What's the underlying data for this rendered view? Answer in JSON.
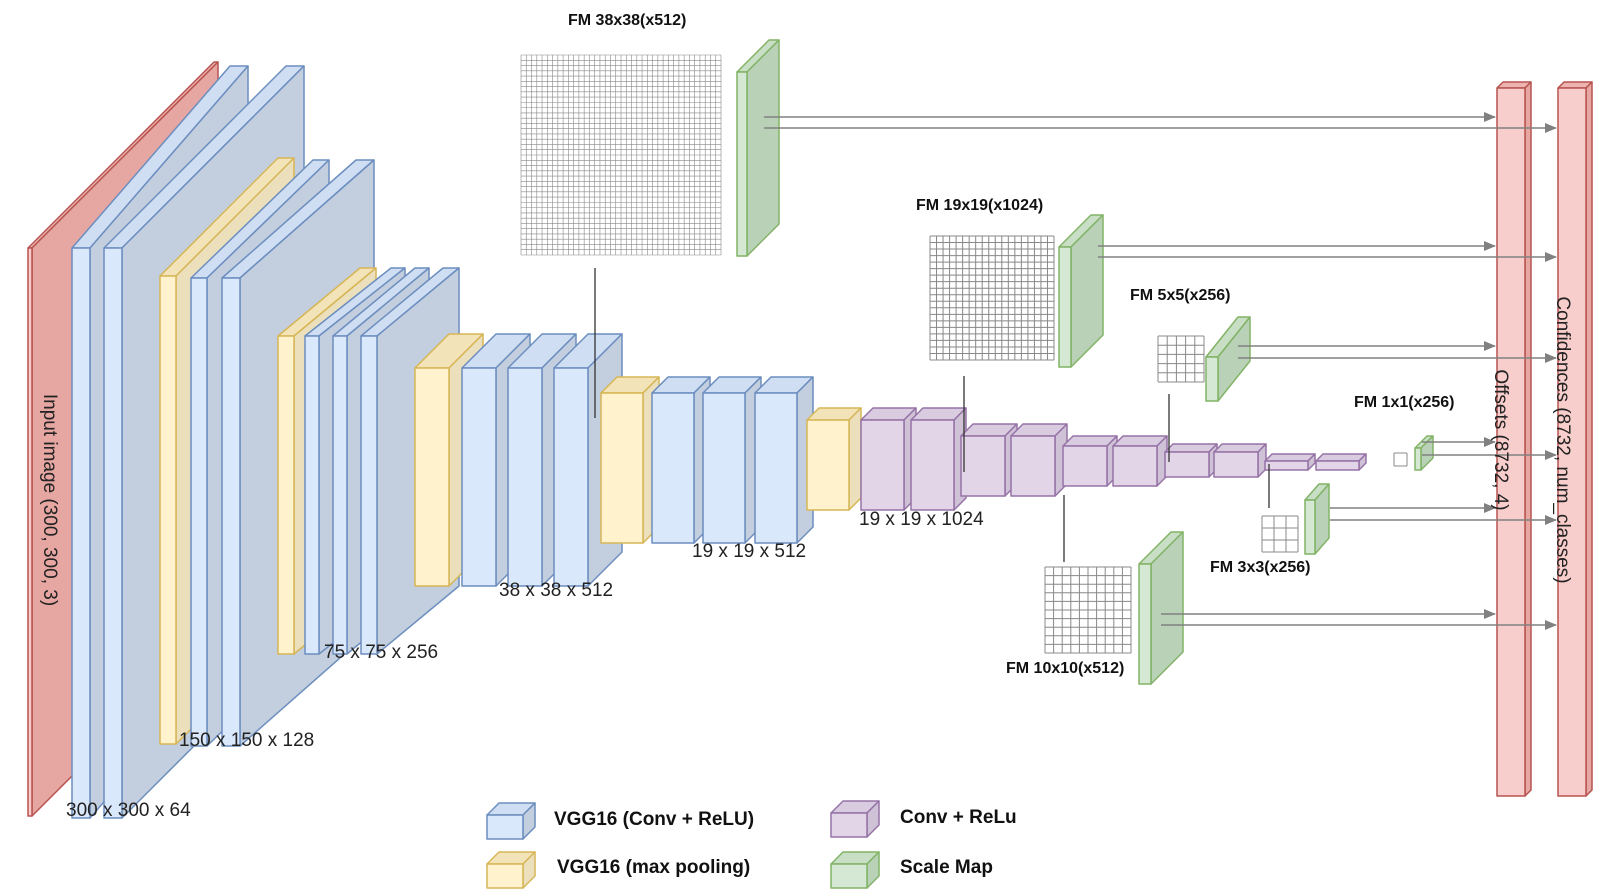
{
  "colors": {
    "red_front": "#f8cecc",
    "red_stroke": "#b85450",
    "red_side": "#e6a6a2",
    "red_top": "#ecb3b0",
    "blue_front": "#dae8fc",
    "blue_stroke": "#6c8ebf",
    "blue_side": "#c3cfdf",
    "blue_top": "#d0def3",
    "yellow_front": "#fff2cc",
    "yellow_stroke": "#d6b656",
    "yellow_side": "#ece0bc",
    "yellow_top": "#f2e3b8",
    "purple_front": "#e1d5e7",
    "purple_stroke": "#9673a6",
    "purple_side": "#cfc2d6",
    "purple_top": "#d9cbe0",
    "green_front": "#d5e8d4",
    "green_stroke": "#82b366",
    "green_side": "#b9d2b7",
    "green_top": "#c8dfc6",
    "arrow": "#808080",
    "grid": "#888888"
  },
  "labels": {
    "input": "Input image (300, 300, 3)",
    "s300": "300 x 300 x 64",
    "s150": "150 x 150 x 128",
    "s75": "75 x 75 x 256",
    "s38": "38 x 38 x 512",
    "s19": "19 x 19 x 512",
    "s19b": "19 x 19 x 1024",
    "offsets": "Offsets (8732, 4)",
    "confidences": "Confidences (8732, num_classes)"
  },
  "feature_maps": {
    "fm38": "FM 38x38(x512)",
    "fm19": "FM 19x19(x1024)",
    "fm10": "FM 10x10(x512)",
    "fm5": "FM 5x5(x256)",
    "fm3": "FM 3x3(x256)",
    "fm1": "FM 1x1(x256)"
  },
  "legend": {
    "vgg_conv": "VGG16 (Conv + ReLU)",
    "vgg_pool": "VGG16 (max pooling)",
    "conv_relu": "Conv + ReLu",
    "scale_map": "Scale Map"
  }
}
